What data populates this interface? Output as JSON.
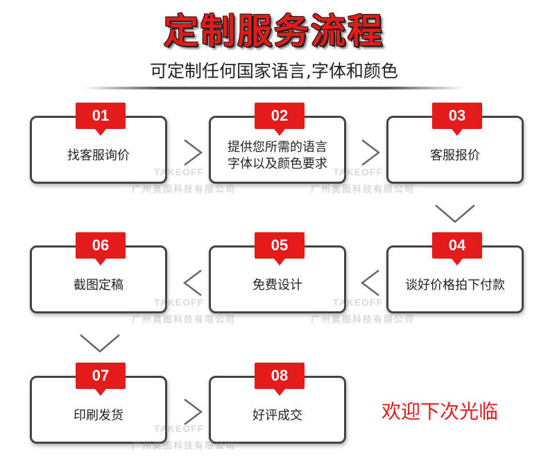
{
  "header": {
    "title": "定制服务流程",
    "subtitle": "可定制任何国家语言,字体和颜色"
  },
  "steps": [
    {
      "num": "01",
      "text": "找客服询价"
    },
    {
      "num": "02",
      "text": "提供您所需的语言\n字体以及颜色要求"
    },
    {
      "num": "03",
      "text": "客服报价"
    },
    {
      "num": "04",
      "text": "谈好价格拍下付款"
    },
    {
      "num": "05",
      "text": "免费设计"
    },
    {
      "num": "06",
      "text": "截图定稿"
    },
    {
      "num": "07",
      "text": "印刷发货"
    },
    {
      "num": "08",
      "text": "好评成交"
    }
  ],
  "watermark": {
    "logo": "TAKEOFF",
    "company": "广州奥图科技有限公司"
  },
  "footer": {
    "welcome": "欢迎下次光临"
  },
  "colors": {
    "accent": "#e51a1a",
    "border": "#444444",
    "text": "#222222"
  }
}
